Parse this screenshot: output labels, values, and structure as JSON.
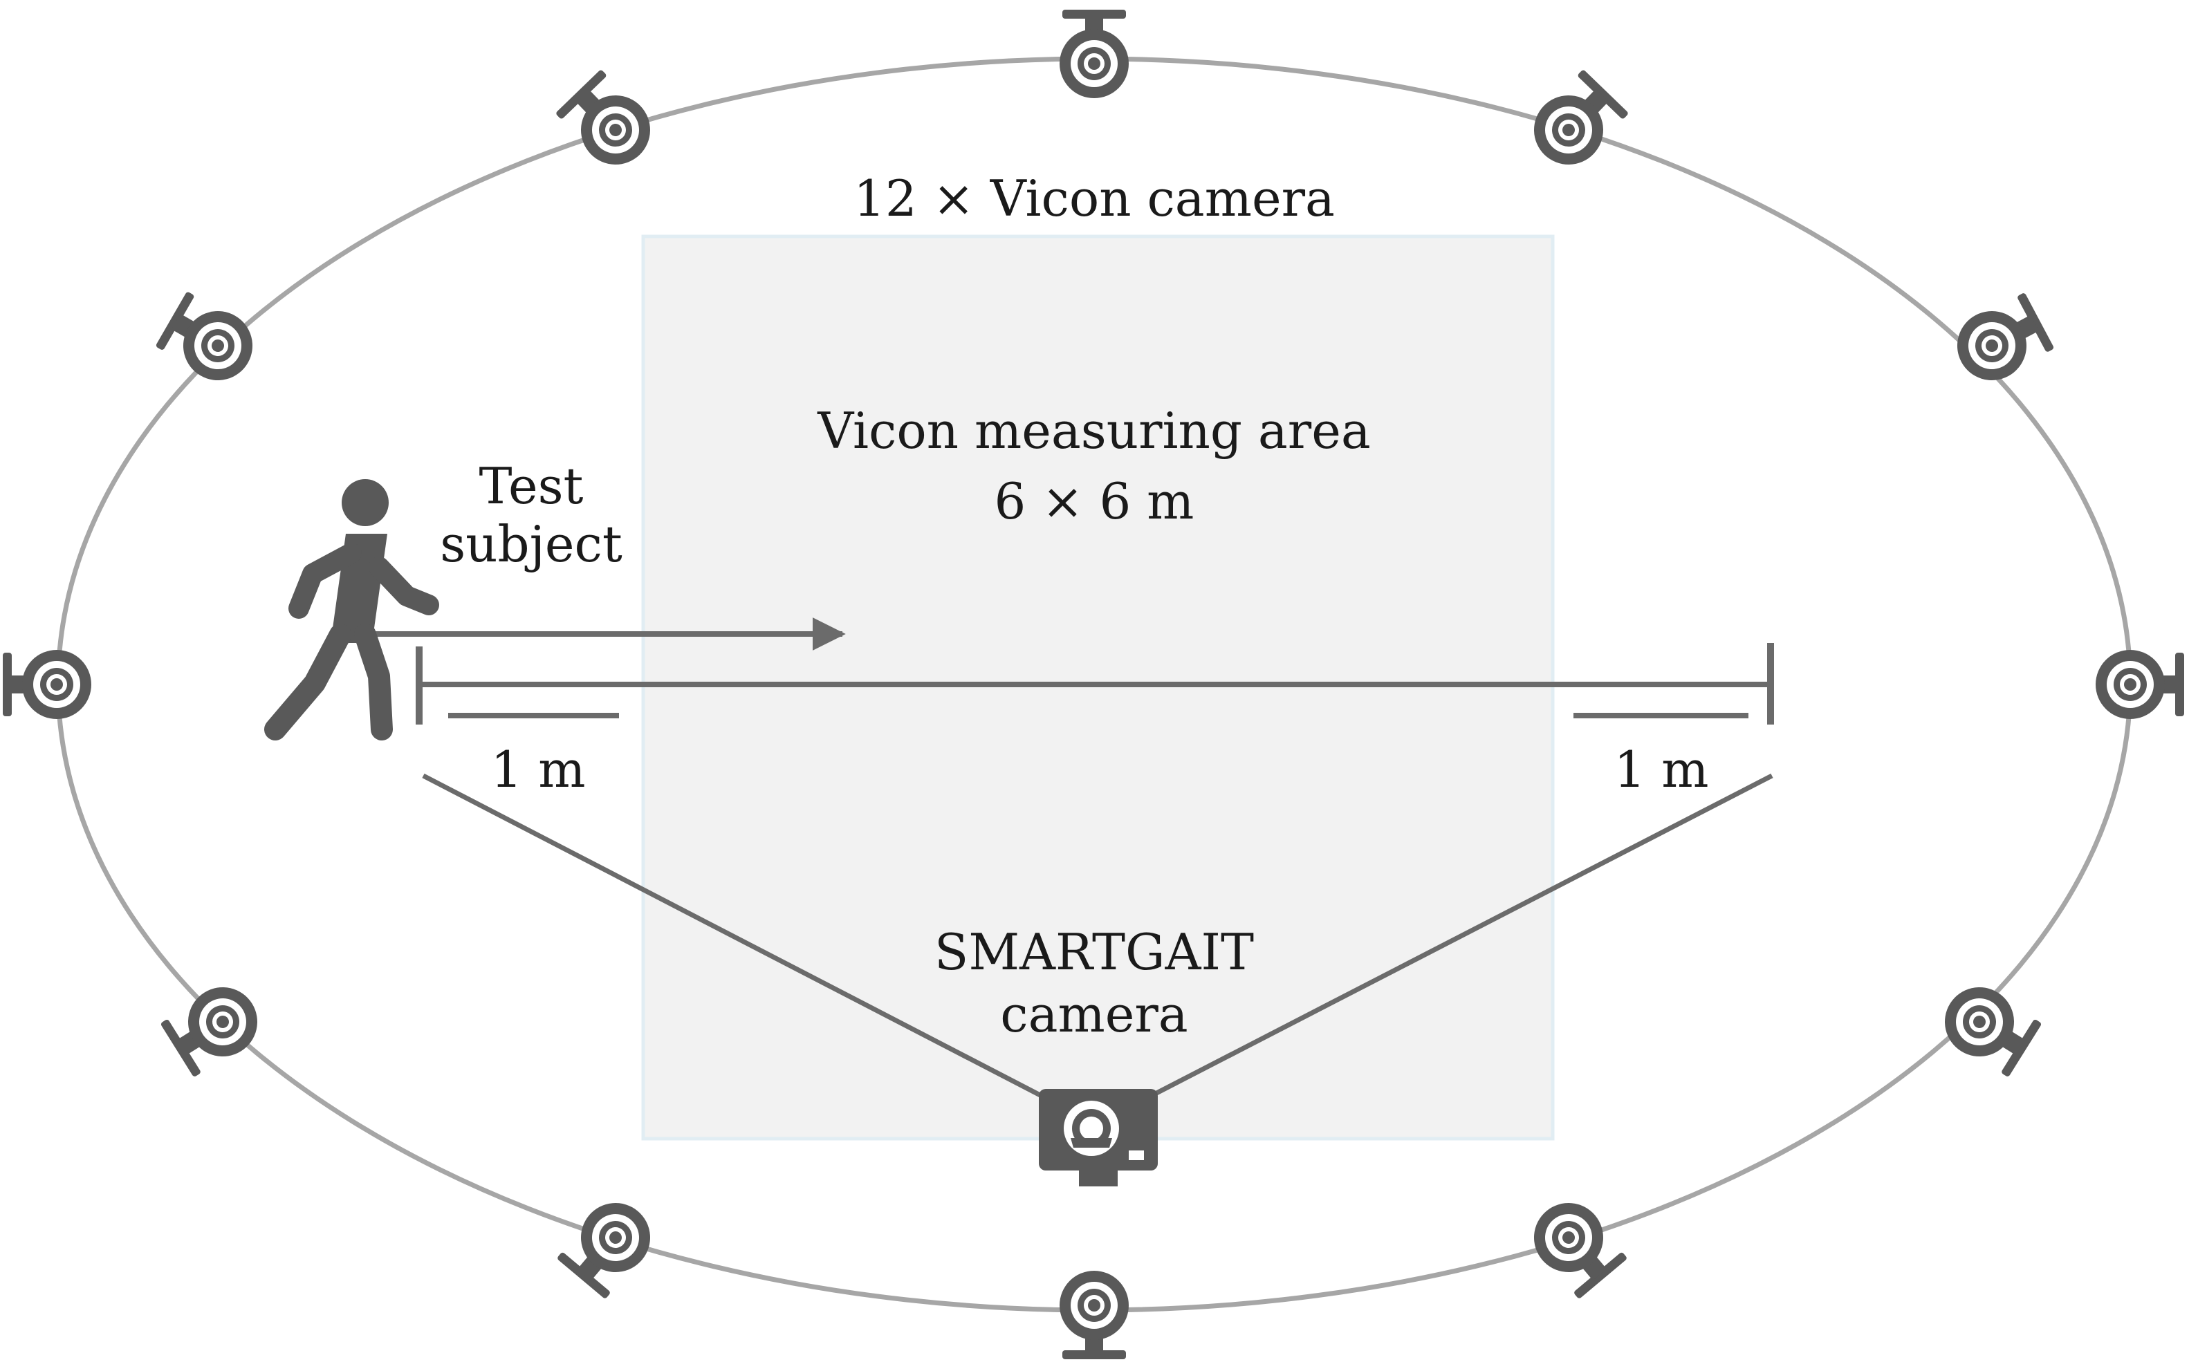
{
  "labels": {
    "vicon_cameras": "12 × Vicon camera",
    "area_line1": "Vicon measuring area",
    "area_line2": "6 × 6 m",
    "subject_line1": "Test",
    "subject_line2": "subject",
    "dist_left": "1 m",
    "dist_right": "1 m",
    "smartgait_line1": "SMARTGAIT",
    "smartgait_line2": "camera"
  },
  "icons": {
    "vicon": "vicon-camera-icon",
    "smartgait": "smartgait-camera-icon",
    "person": "walking-person-icon"
  },
  "colors": {
    "ellipse": "#a6a6a6",
    "icon": "#595959",
    "line": "#6b6b6b",
    "area_fill": "#f2f2f2",
    "area_border": "#e1edf3",
    "text": "#1a1a1a"
  }
}
